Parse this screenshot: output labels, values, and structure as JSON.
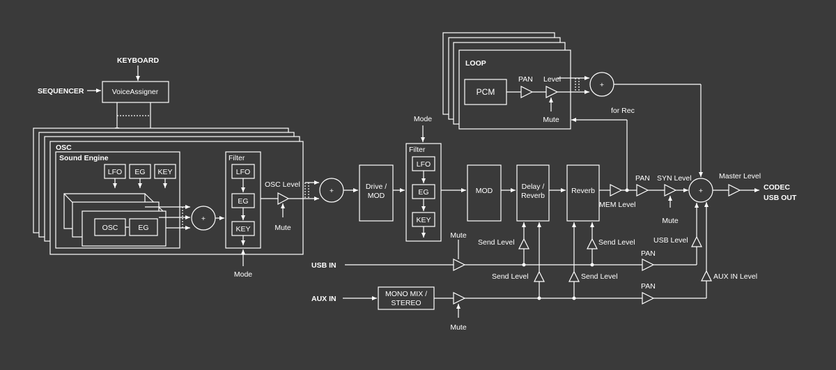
{
  "labels": {
    "keyboard": "KEYBOARD",
    "sequencer": "SEQUENCER",
    "voice_assigner": "VoiceAssigner",
    "osc": "OSC",
    "sound_engine": "Sound Engine",
    "lfo": "LFO",
    "eg": "EG",
    "key": "KEY",
    "osc_inner": "OSC",
    "filter": "Filter",
    "osc_level": "OSC Level",
    "mute": "Mute",
    "mode": "Mode",
    "plus": "+",
    "drive_mod_1": "Drive /",
    "drive_mod_2": "MOD",
    "mod": "MOD",
    "delay_reverb_1": "Delay /",
    "delay_reverb_2": "Reverb",
    "reverb": "Reverb",
    "mem_level": "MEM Level",
    "pan": "PAN",
    "syn_level": "SYN Level",
    "master_level": "Master Level",
    "codec_1": "CODEC",
    "codec_2": "USB OUT",
    "loop": "LOOP",
    "pcm": "PCM",
    "level": "Level",
    "for_rec": "for Rec",
    "usb_in": "USB IN",
    "aux_in": "AUX IN",
    "send_level": "Send Level",
    "usb_level": "USB Level",
    "aux_in_level": "AUX IN Level",
    "mono_mix_1": "MONO MIX /",
    "mono_mix_2": "STEREO"
  },
  "colors": {
    "background": "#3a3a3a",
    "line": "#ffffff"
  }
}
